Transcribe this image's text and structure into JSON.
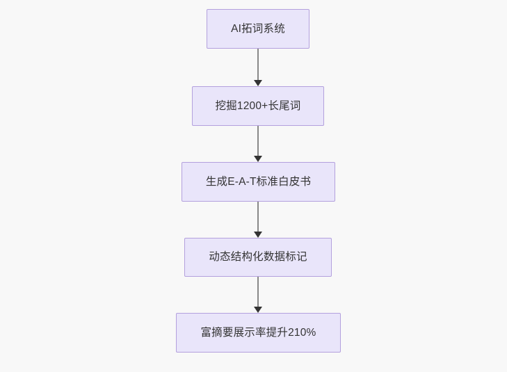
{
  "diagram": {
    "type": "flowchart",
    "direction": "top-to-bottom",
    "background_color": "#f8f8f8",
    "node_fill_color": "#e9e5fa",
    "node_border_color": "#b3a0dd",
    "node_text_color": "#333333",
    "edge_line_color": "#888888",
    "edge_arrow_color": "#333333",
    "nodes": [
      {
        "id": "n1",
        "label": "AI拓词系统"
      },
      {
        "id": "n2",
        "label": "挖掘1200+长尾词"
      },
      {
        "id": "n3",
        "label": "生成E-A-T标准白皮书"
      },
      {
        "id": "n4",
        "label": "动态结构化数据标记"
      },
      {
        "id": "n5",
        "label": "富摘要展示率提升210%"
      }
    ],
    "edges": [
      {
        "id": "e1",
        "from": "n1",
        "to": "n2",
        "arrow": "down-arrow"
      },
      {
        "id": "e2",
        "from": "n2",
        "to": "n3",
        "arrow": "down-arrow"
      },
      {
        "id": "e3",
        "from": "n3",
        "to": "n4",
        "arrow": "down-arrow"
      },
      {
        "id": "e4",
        "from": "n4",
        "to": "n5",
        "arrow": "down-arrow"
      }
    ]
  }
}
